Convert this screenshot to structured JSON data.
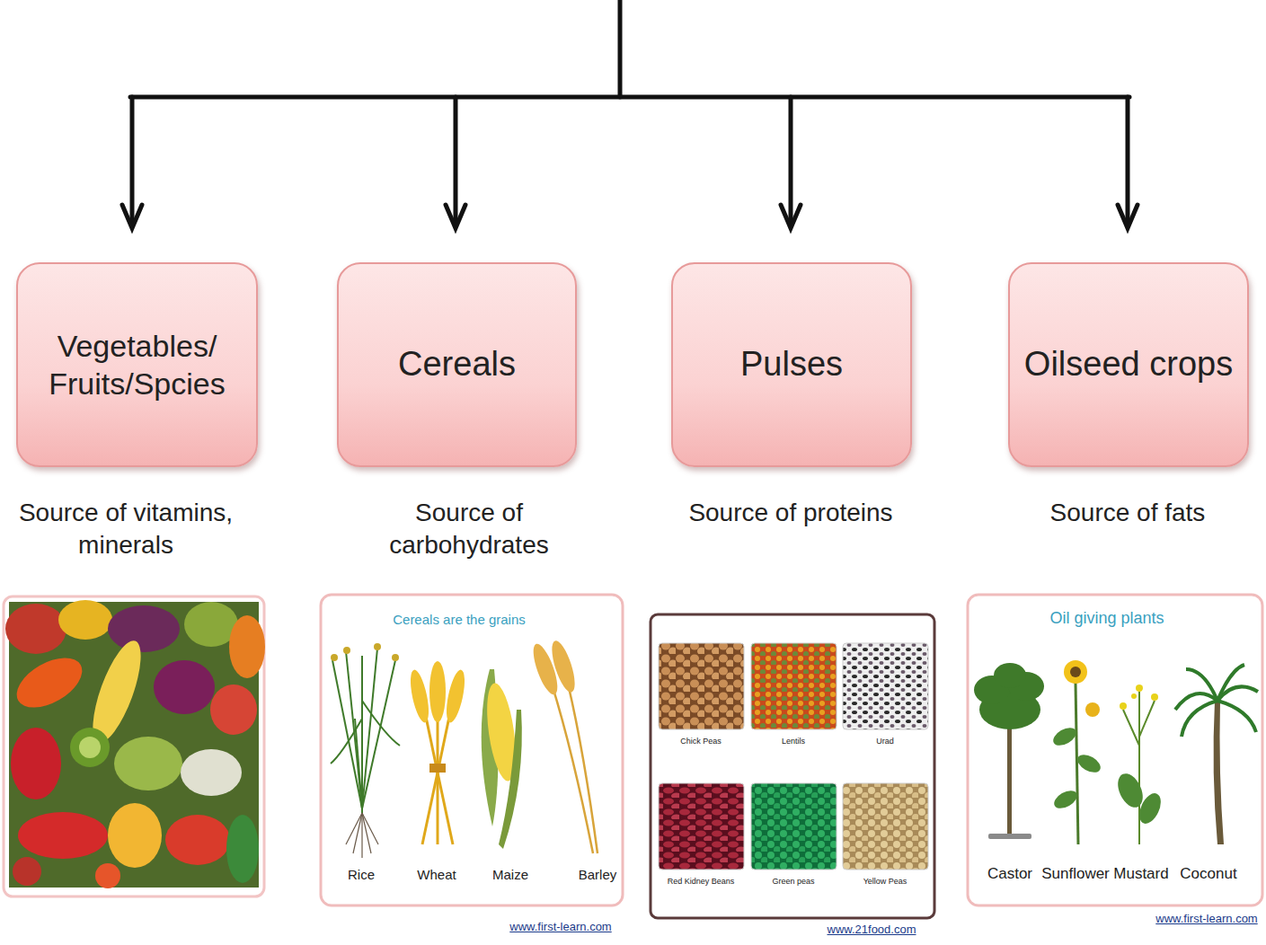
{
  "diagram": {
    "nodes": [
      {
        "text": [
          "Vegetables/ Fruits/Spcies"
        ]
      },
      {
        "text": [
          "Cereals"
        ]
      },
      {
        "text": [
          "Pulses"
        ]
      },
      {
        "text": [
          "Oilseed crops"
        ]
      }
    ],
    "labels": [
      "Source of vitamins, minerals",
      "Source of carbohydrates",
      "Source of proteins",
      "Source of fats",
      "Cereals are the grains",
      "Rice",
      "Wheat",
      "Maize",
      "Barley",
      "www.first-learn.com",
      "Chick Peas",
      "Lentils",
      "Urad",
      "Red Kidney Beans",
      "Green peas",
      "Yellow Peas",
      "www.21food.com",
      "Oil giving plants",
      "Castor",
      "Sunflower",
      "Mustard",
      "Coconut",
      "www.first-learn.com"
    ]
  }
}
